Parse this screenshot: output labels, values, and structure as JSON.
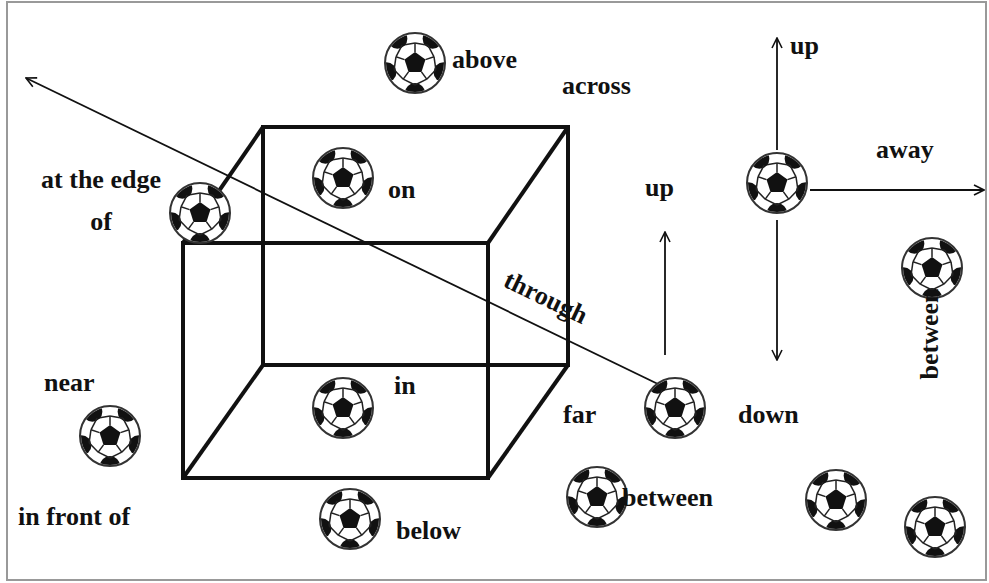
{
  "diagram": {
    "labels": [
      "above",
      "across",
      "up",
      "at the edge of",
      "on",
      "away",
      "up",
      "through",
      "between",
      "near",
      "in",
      "far",
      "down",
      "in front of",
      "below",
      "between"
    ]
  }
}
